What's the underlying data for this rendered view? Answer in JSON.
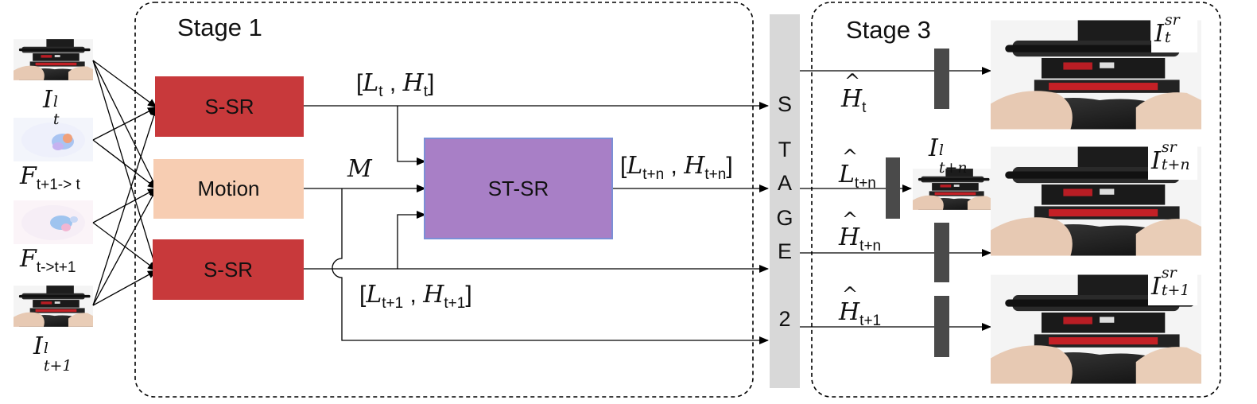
{
  "stage1": {
    "title": "Stage 1"
  },
  "stage3": {
    "title": "Stage 3"
  },
  "boxes": {
    "ssr_top": "S-SR",
    "motion": "Motion",
    "ssr_bottom": "S-SR",
    "stsr": "ST-SR"
  },
  "stage2_letters": [
    "S",
    "T",
    "A",
    "G",
    "E",
    "",
    "2"
  ],
  "inputs": {
    "frame_t": {
      "base": "I",
      "sup": "l",
      "sub": "t"
    },
    "flow_fwd": {
      "base": "F",
      "sub": "t+1-> t"
    },
    "flow_bwd": {
      "base": "F",
      "sub": "t->t+1"
    },
    "frame_t1": {
      "base": "I",
      "sup": "l",
      "sub": "t+1"
    }
  },
  "edge_labels": {
    "lt_ht": {
      "open": "[",
      "a": "L",
      "a_sub": "t",
      "sep": " , ",
      "b": "H",
      "b_sub": "t",
      "close": "]"
    },
    "m": "M",
    "ltn_htn": {
      "open": "[",
      "a": "L",
      "a_sub": "t+n",
      "sep": " , ",
      "b": "H",
      "b_sub": "t+n",
      "close": "]"
    },
    "lt1_ht1": {
      "open": "[",
      "a": "L",
      "a_sub": "t+1",
      "sep": " , ",
      "b": "H",
      "b_sub": "t+1",
      "close": "]"
    }
  },
  "stage3_labels": {
    "h_t": {
      "base": "H",
      "sub": "t"
    },
    "l_tn": {
      "base": "L",
      "sub": "t+n"
    },
    "h_tn": {
      "base": "H",
      "sub": "t+n"
    },
    "h_t1": {
      "base": "H",
      "sub": "t+1"
    },
    "i_tn": {
      "base": "I",
      "sup": "l",
      "sub": "t+n"
    }
  },
  "outputs": {
    "out_t": {
      "base": "I",
      "sup": "sr",
      "sub": "t"
    },
    "out_tn": {
      "base": "I",
      "sup": "sr",
      "sub": "t+n"
    },
    "out_t1": {
      "base": "I",
      "sup": "sr",
      "sub": "t+1"
    }
  },
  "colors": {
    "ssr": "#c8393b",
    "motion": "#f7cdb2",
    "stsr": "#a87fc6",
    "stsr_border": "#7b8fd6",
    "stage2": "#d8d8d8",
    "bar": "#4a4a4a"
  }
}
